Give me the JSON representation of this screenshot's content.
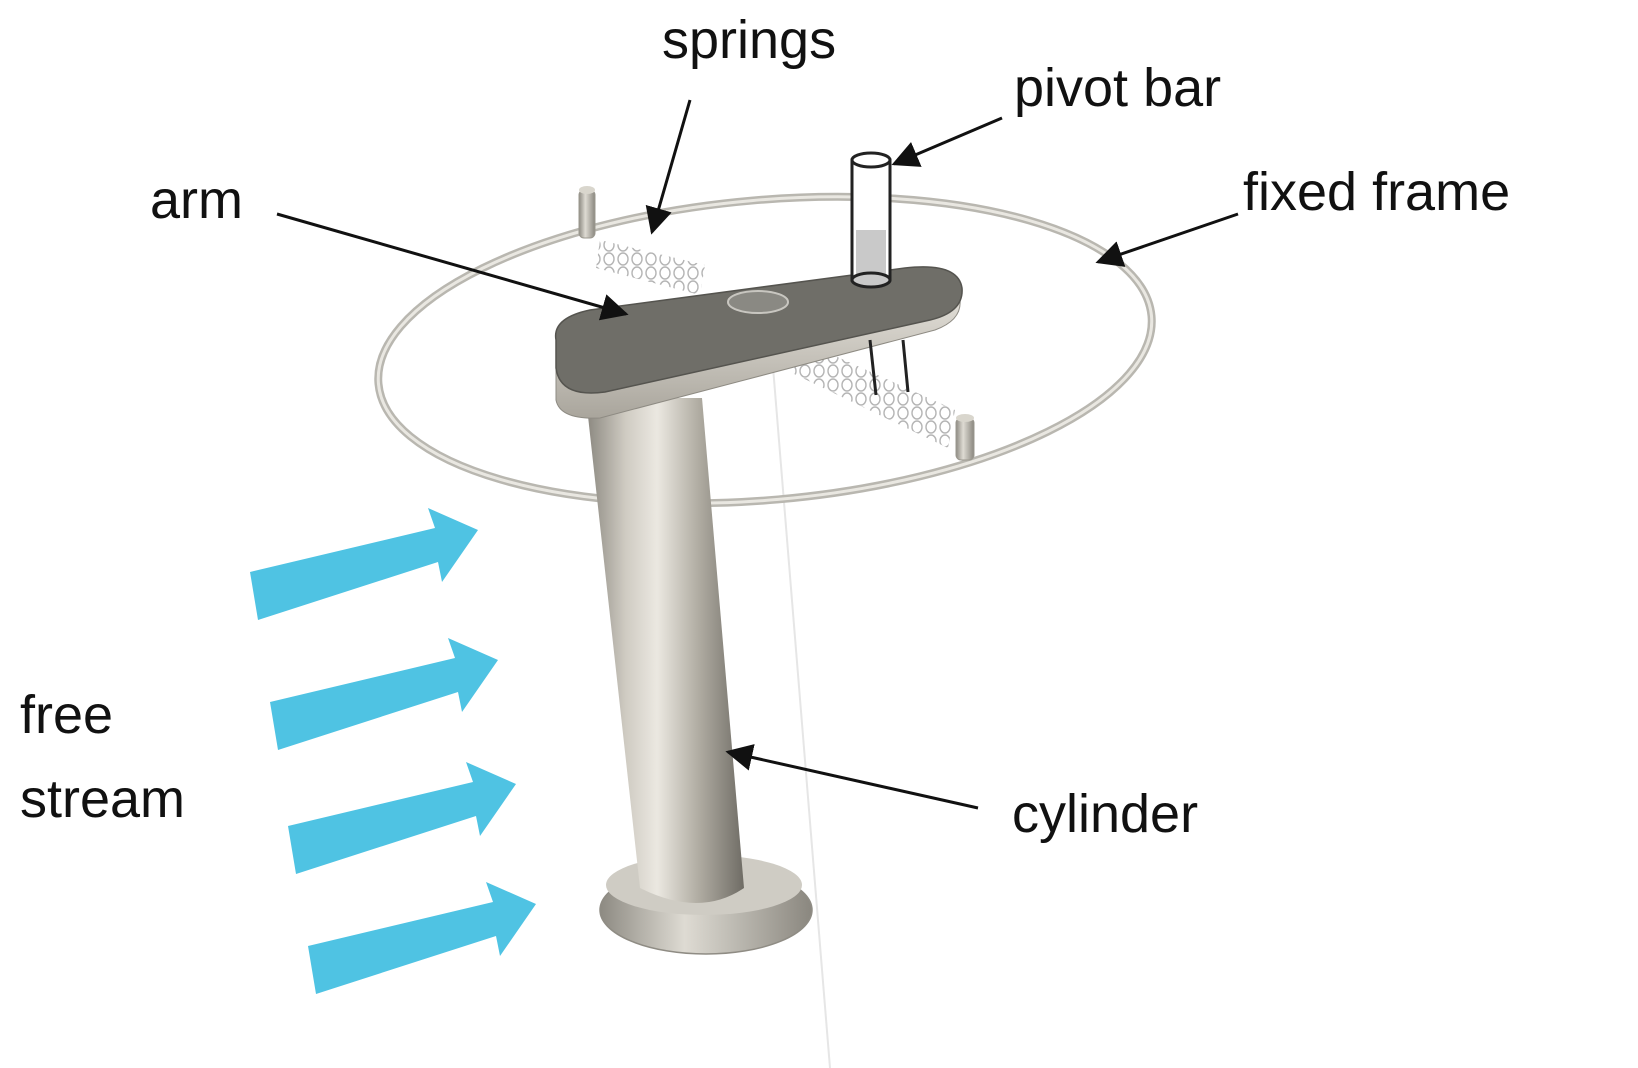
{
  "labels": {
    "springs": "springs",
    "pivot_bar": "pivot bar",
    "arm": "arm",
    "fixed_frame": "fixed frame",
    "free": "free",
    "stream": "stream",
    "cylinder": "cylinder"
  },
  "colors": {
    "flow_arrow": "#4fc3e3",
    "metal_light": "#e4e1d8",
    "metal_mid": "#b8b4aa",
    "metal_dark": "#76736b",
    "arm_top": "#6e6d67",
    "text": "#111111"
  },
  "flow_arrow_count": 4
}
